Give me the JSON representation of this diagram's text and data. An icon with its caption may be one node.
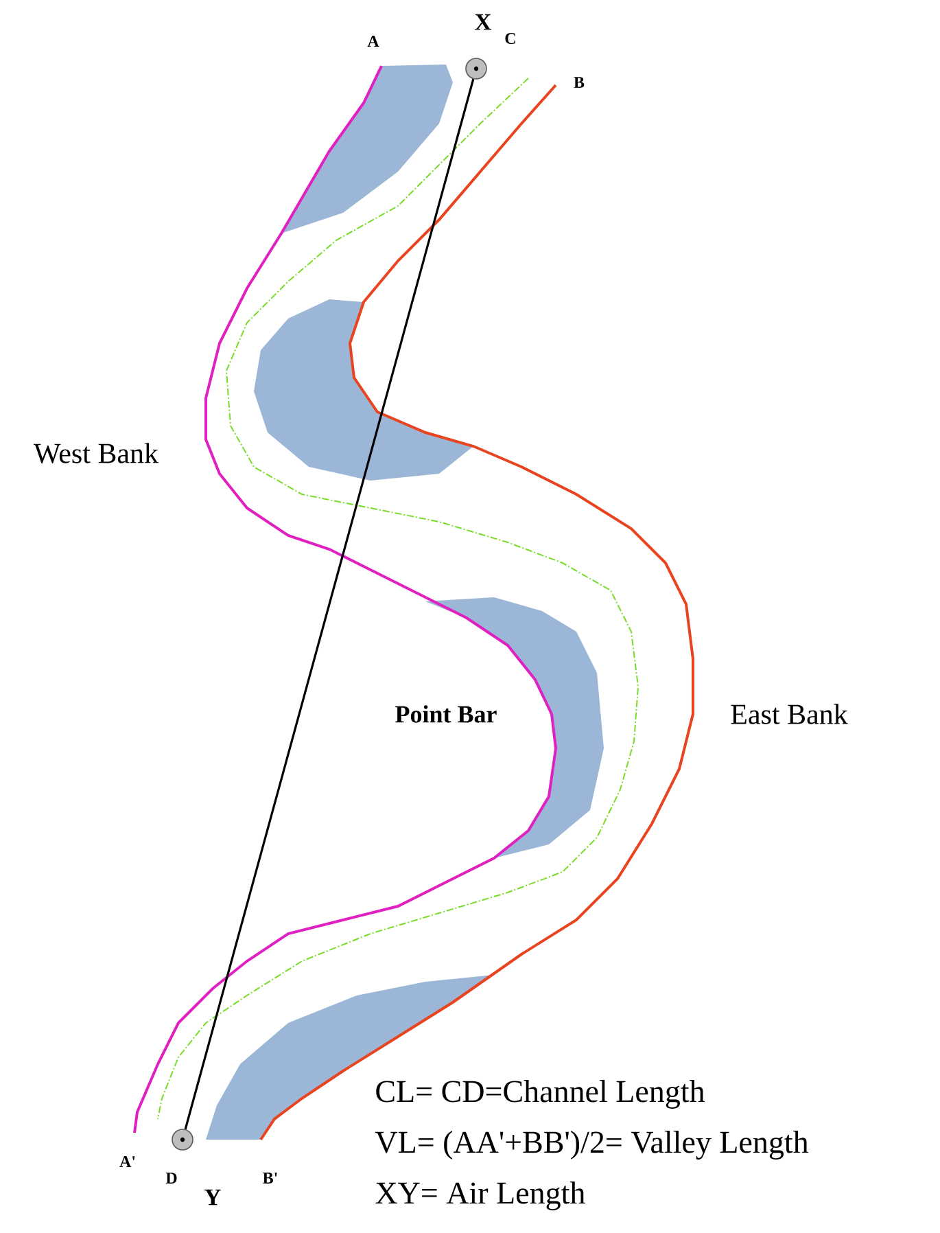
{
  "diagram": {
    "nodes": [
      {
        "text": [],
        "shape": "circle",
        "beside": [
          "X",
          "C"
        ]
      },
      {
        "text": [],
        "shape": "circle",
        "beside": [
          "D",
          "Y"
        ]
      }
    ],
    "edges": [
      {
        "from": 0,
        "to": 1,
        "arrow": "none"
      }
    ],
    "labels": [
      "A",
      "B",
      "West Bank",
      "Point Bar",
      "East Bank",
      "A'",
      "B'",
      "CL= CD=Channel Length",
      "VL= (AA'+BB')/2= Valley Length",
      "XY= Air Length"
    ]
  }
}
